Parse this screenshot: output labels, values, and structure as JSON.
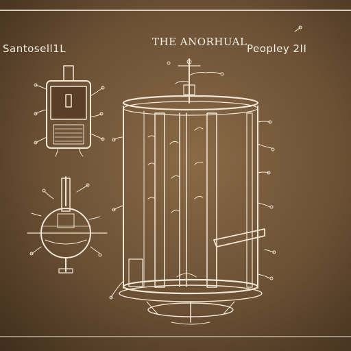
{
  "labels": {
    "left": "Santosell1L",
    "title": "THE ANORHUAL",
    "right": "Peopley 2II"
  },
  "colors": {
    "background": "#6b5034",
    "ink": "#f1e7d6"
  }
}
